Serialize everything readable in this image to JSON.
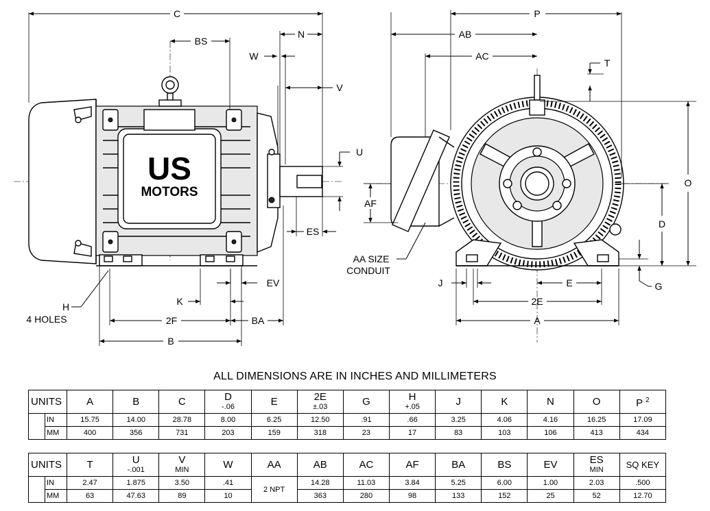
{
  "labels": {
    "C": "C",
    "BS": "BS",
    "N": "N",
    "W": "W",
    "V": "V",
    "U": "U",
    "ES": "ES",
    "EV": "EV",
    "K": "K",
    "H": "H",
    "H_note": "4 HOLES",
    "F2": "2F",
    "BA": "BA",
    "B": "B",
    "P": "P",
    "AB": "AB",
    "AC": "AC",
    "T": "T",
    "O": "O",
    "AF": "AF",
    "AA_line1": "AA SIZE",
    "AA_line2": "CONDUIT",
    "D": "D",
    "J": "J",
    "E": "E",
    "G": "G",
    "E2": "2E",
    "A": "A"
  },
  "logo": {
    "line1": "US",
    "line2": "MOTORS"
  },
  "table_title": "ALL DIMENSIONS ARE IN INCHES AND MILLIMETERS",
  "table1": {
    "units_label": "UNITS",
    "headers": [
      {
        "label": "A",
        "tol": ""
      },
      {
        "label": "B",
        "tol": ""
      },
      {
        "label": "C",
        "tol": ""
      },
      {
        "label": "D",
        "tol": "-.06"
      },
      {
        "label": "E",
        "tol": ""
      },
      {
        "label": "2E",
        "tol": "±.03"
      },
      {
        "label": "G",
        "tol": ""
      },
      {
        "label": "H",
        "tol": "+.05"
      },
      {
        "label": "J",
        "tol": ""
      },
      {
        "label": "K",
        "tol": ""
      },
      {
        "label": "N",
        "tol": ""
      },
      {
        "label": "O",
        "tol": ""
      },
      {
        "label": "P",
        "tol": "",
        "sup": "2"
      }
    ],
    "rows": [
      {
        "unit": "IN",
        "values": [
          "15.75",
          "14.00",
          "28.78",
          "8.00",
          "6.25",
          "12.50",
          ".91",
          ".66",
          "3.25",
          "4.06",
          "4.16",
          "16.25",
          "17.09"
        ]
      },
      {
        "unit": "MM",
        "values": [
          "400",
          "356",
          "731",
          "203",
          "159",
          "318",
          "23",
          "17",
          "83",
          "103",
          "106",
          "413",
          "434"
        ]
      }
    ]
  },
  "table2": {
    "units_label": "UNITS",
    "headers": [
      {
        "label": "T",
        "tol": ""
      },
      {
        "label": "U",
        "tol": "-.001"
      },
      {
        "label": "V",
        "tol": "MIN"
      },
      {
        "label": "W",
        "tol": ""
      },
      {
        "label": "AA",
        "tol": ""
      },
      {
        "label": "AB",
        "tol": ""
      },
      {
        "label": "AC",
        "tol": ""
      },
      {
        "label": "AF",
        "tol": ""
      },
      {
        "label": "BA",
        "tol": ""
      },
      {
        "label": "BS",
        "tol": ""
      },
      {
        "label": "EV",
        "tol": ""
      },
      {
        "label": "ES",
        "tol": "MIN"
      },
      {
        "label": "SQ KEY",
        "tol": ""
      }
    ],
    "aa_value": "2 NPT",
    "rows": [
      {
        "unit": "IN",
        "values": [
          "2.47",
          "1.875",
          "3.50",
          ".41",
          "14.28",
          "11.03",
          "3.84",
          "5.25",
          "6.00",
          "1.00",
          "2.03",
          ".500"
        ]
      },
      {
        "unit": "MM",
        "values": [
          "63",
          "47.63",
          "89",
          "10",
          "363",
          "280",
          "98",
          "133",
          "152",
          "25",
          "52",
          "12.70"
        ]
      }
    ]
  }
}
